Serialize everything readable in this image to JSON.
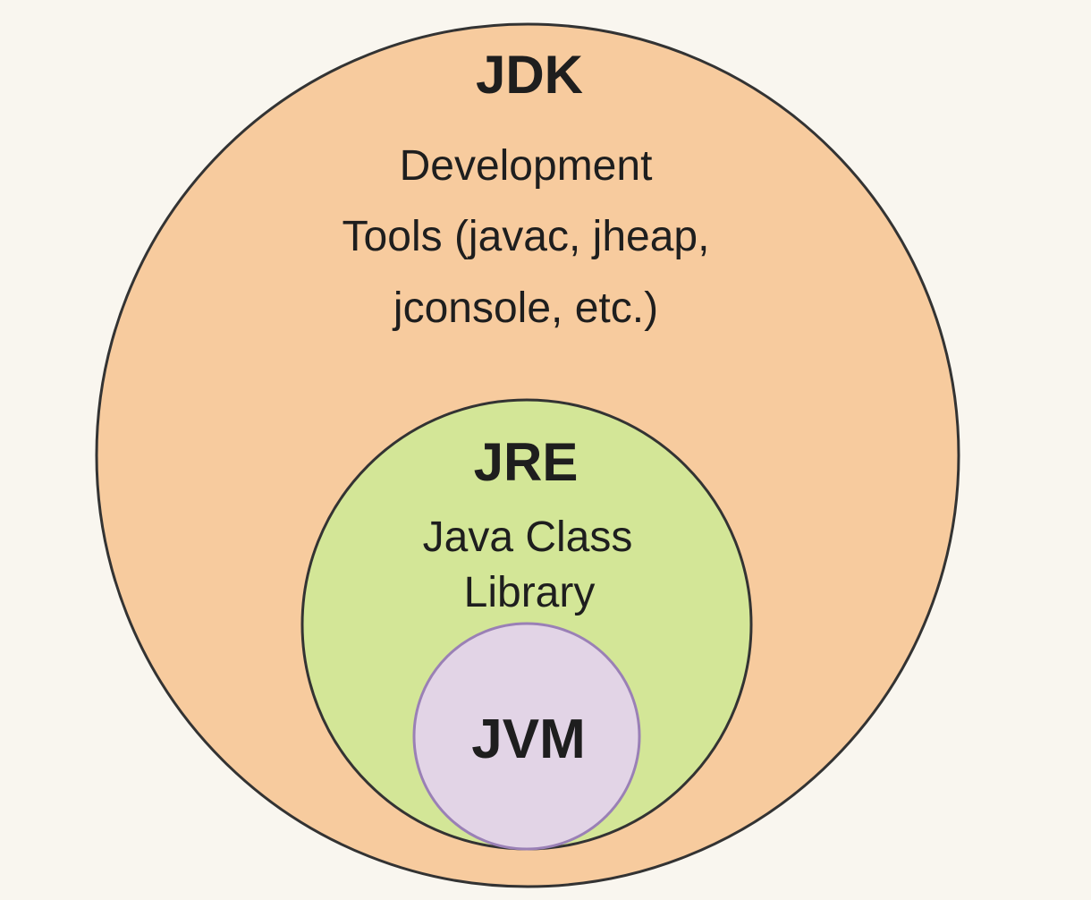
{
  "diagram": {
    "background_color": "#f9f6ef",
    "jdk": {
      "title": "JDK",
      "description_lines": [
        "Development",
        "Tools (javac, jheap,",
        "jconsole, etc.)"
      ],
      "fill_color": "#f7cb9e",
      "stroke_color": "#333333"
    },
    "jre": {
      "title": "JRE",
      "description_lines": [
        "Java Class",
        "Library"
      ],
      "fill_color": "#d3e697",
      "stroke_color": "#333333"
    },
    "jvm": {
      "title": "JVM",
      "fill_color": "#e2d4e6",
      "stroke_color": "#9a80b6"
    }
  }
}
